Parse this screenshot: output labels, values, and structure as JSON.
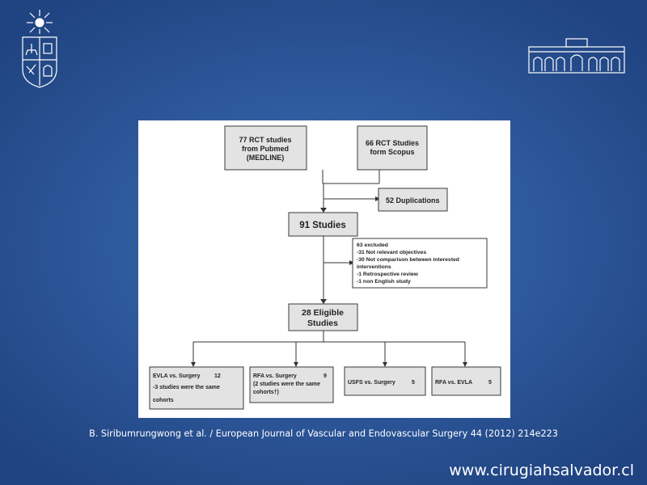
{
  "slide": {
    "citation": "B. Siribumrungwong et al. / European Journal of Vascular and Endovascular Surgery 44 (2012) 214e223",
    "website": "www.cirugiahsalvador.cl"
  },
  "flowchart": {
    "pubmed": [
      "77 RCT studies",
      "from Pubmed",
      "(MEDLINE)"
    ],
    "scopus": [
      "66 RCT Studies",
      "form Scopus"
    ],
    "duplications": "52  Duplications",
    "studies": "91 Studies",
    "excluded": [
      "63 excluded",
      "-31 Not relevant objectives",
      "-30 Not comparison between interested",
      "interventions",
      "-1 Retrospective review",
      "-1 non English study"
    ],
    "eligible": [
      "28 Eligible",
      "Studies"
    ],
    "evla_surgery": [
      "EVLA vs. Surgery",
      "12",
      "-3 studies were the same",
      "cohorts"
    ],
    "rfa_surgery": [
      "RFA vs. Surgery",
      "9",
      "(2 studies were the same",
      "cohorts†)"
    ],
    "usfs_surgery": [
      "USFS vs. Surgery",
      "5"
    ],
    "rfa_evla": [
      "RFA vs. EVLA",
      "5"
    ]
  }
}
